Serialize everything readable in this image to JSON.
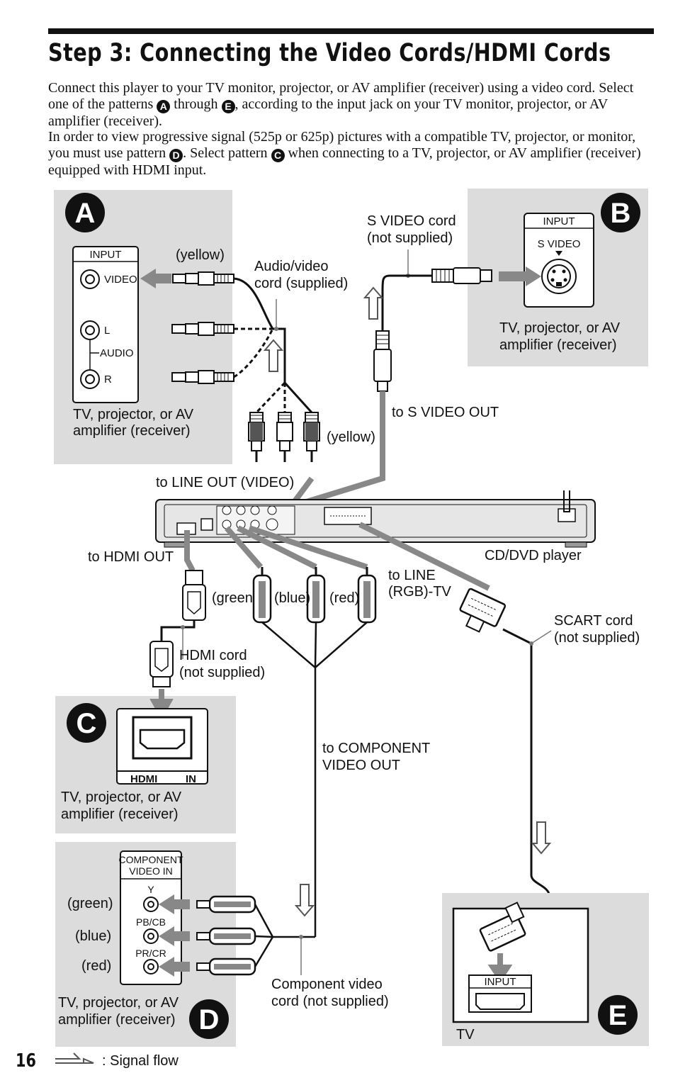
{
  "page": {
    "title": "Step 3: Connecting the Video Cords/HDMI Cords",
    "page_number": "16",
    "legend_text": ": Signal flow"
  },
  "intro": {
    "p1_a": "Connect this player to your TV monitor, projector, or AV amplifier (receiver) using a video cord. Select one of the patterns ",
    "p1_b": " through ",
    "p1_c": ", according to the input jack on your TV monitor, projector, or AV amplifier (receiver).",
    "p2_a": "In order to view progressive signal (525p or 625p) pictures with a compatible TV, projector, or monitor, you must use pattern ",
    "p2_b": ". Select pattern ",
    "p2_c": " when connecting to a TV, projector, or AV amplifier (receiver) equipped with HDMI input.",
    "letter_a": "A",
    "letter_e": "E",
    "letter_d": "D",
    "letter_c": "C"
  },
  "patterns": {
    "a": {
      "badge": "A",
      "panel_input": "INPUT",
      "jack_video": "VIDEO",
      "jack_l": "L",
      "jack_audio": "AUDIO",
      "jack_r": "R",
      "device_line1": "TV, projector, or AV",
      "device_line2": "amplifier (receiver)",
      "plug_color": "(yellow)"
    },
    "b": {
      "badge": "B",
      "panel_input": "INPUT",
      "jack_svideo": "S VIDEO",
      "device_line1": "TV, projector, or AV",
      "device_line2": "amplifier (receiver)"
    },
    "c": {
      "badge": "C",
      "hdmi_logo": "HDMI",
      "hdmi_in": "IN",
      "device_line1": "TV, projector, or AV",
      "device_line2": "amplifier (receiver)"
    },
    "d": {
      "badge": "D",
      "panel_line1": "COMPONENT",
      "panel_line2": "VIDEO IN",
      "jack_y": "Y",
      "jack_pb": "PB/CB",
      "jack_pr": "PR/CR",
      "green": "(green)",
      "blue": "(blue)",
      "red": "(red)",
      "device_line1": "TV, projector, or AV",
      "device_line2": "amplifier (receiver)"
    },
    "e": {
      "badge": "E",
      "input": "INPUT",
      "device": "TV"
    }
  },
  "cords": {
    "av_line1": "Audio/video",
    "av_line2": "cord (supplied)",
    "av_plug_color": "(yellow)",
    "to_line_out": "to LINE OUT (VIDEO)",
    "svideo_line1": "S VIDEO cord",
    "svideo_line2": "(not supplied)",
    "to_svideo_out": "to S VIDEO OUT",
    "to_hdmi_out": "to HDMI OUT",
    "hdmi_line1": "HDMI cord",
    "hdmi_line2": "(not supplied)",
    "green": "(green)",
    "blue": "(blue)",
    "red": "(red)",
    "to_line_rgb1": "to LINE",
    "to_line_rgb2": "(RGB)-TV",
    "scart_line1": "SCART cord",
    "scart_line2": "(not supplied)",
    "to_component1": "to COMPONENT",
    "to_component2": "VIDEO OUT",
    "component_line1": "Component video",
    "component_line2": "cord (not supplied)"
  },
  "player": {
    "label": "CD/DVD player"
  }
}
